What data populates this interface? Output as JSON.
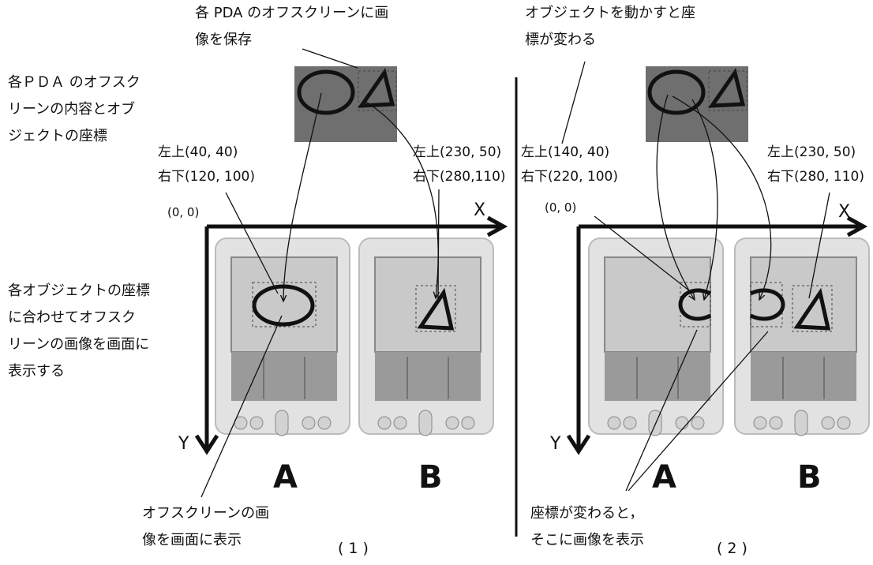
{
  "callouts": {
    "offscreen_save": "各 PDA のオフスクリーンに画\n像を保存",
    "offscreen_contents": "各ＰＤＡ のオフスク\nリーンの内容とオブ\nジェクトの座標",
    "display_by_coords": "各オブジェクトの座標\nに合わせてオフスク\nリーンの画像を画面に\n表示する",
    "show_offscreen": "オフスクリーンの画\n像を画面に表示",
    "move_object": "オブジェクトを動かすと座\n標が変わる",
    "coords_change": "座標が変わると，\nそこに画像を表示"
  },
  "panel1": {
    "caption": "(1)",
    "origin": "(0, 0)",
    "x_axis": "X",
    "y_axis": "Y",
    "coords_A": "左上(40, 40)\n右下(120, 100)",
    "coords_B": "左上(230, 50)\n右下(280,110)",
    "pda_A": "A",
    "pda_B": "B"
  },
  "panel2": {
    "caption": "(2)",
    "origin": "(0, 0)",
    "x_axis": "X",
    "y_axis": "Y",
    "coords_A": "左上(140, 40)\n右下(220, 100)",
    "coords_B": "左上(230, 50)\n右下(280, 110)",
    "pda_A": "A",
    "pda_B": "B"
  },
  "colors": {
    "pda_body": "#e2e2e2",
    "pda_screen": "#c9c9c9",
    "pda_lower": "#9a9a9a",
    "offscreen": "#6f6f6f",
    "ink": "#111111"
  }
}
